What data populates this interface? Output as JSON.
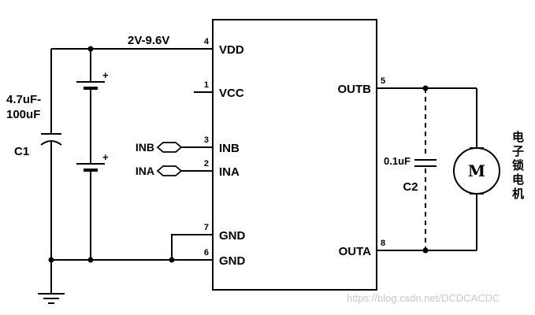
{
  "diagram": {
    "ic": {
      "left_pins": [
        {
          "num": "4",
          "label": "VDD"
        },
        {
          "num": "1",
          "label": "VCC"
        },
        {
          "num": "3",
          "label": "INB"
        },
        {
          "num": "2",
          "label": "INA"
        },
        {
          "num": "7",
          "label": "GND"
        },
        {
          "num": "6",
          "label": "GND"
        }
      ],
      "right_pins": [
        {
          "num": "5",
          "label": "OUTB"
        },
        {
          "num": "8",
          "label": "OUTA"
        }
      ]
    },
    "power": {
      "supply_voltage": "2V-9.6V",
      "battery_plus": "+"
    },
    "components": {
      "c1": {
        "value_line1": "4.7uF-",
        "value_line2": "100uF",
        "name": "C1"
      },
      "c2": {
        "value": "0.1uF",
        "name": "C2"
      },
      "motor": {
        "letter": "M",
        "label": "电子锁电机"
      }
    },
    "inputs": {
      "inb": "INB",
      "ina": "INA"
    },
    "watermark": "https://blog.csdn.net/DCDCACDC"
  }
}
